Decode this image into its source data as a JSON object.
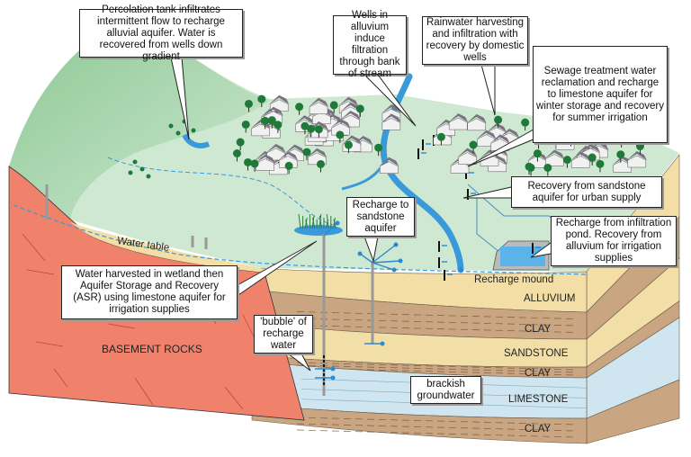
{
  "callouts": {
    "percolation": "Percolation tank infiltrates intermittent flow to recharge alluvial aquifer. Water is recovered from wells down gradient",
    "wells_alluvium": "Wells in alluvium induce filtration through bank of stream",
    "rainwater": "Rainwater harvesting and infiltration with recovery by domestic wells",
    "sewage": "Sewage treatment water reclamation and recharge to limestone aquifer for winter storage and recovery for summer irrigation",
    "recovery_sandstone": "Recovery from sandstone aquifer for urban supply",
    "recharge_sandstone": "Recharge to sandstone aquifer",
    "infiltration_pond": "Recharge from infiltration pond. Recovery from alluvium for irrigation supplies",
    "wetland_asr": "Water harvested in wetland then Aquifer Storage and Recovery (ASR) using limestone aquifer for irrigation supplies",
    "bubble": "'bubble' of recharge water",
    "brackish": "brackish groundwater"
  },
  "labels": {
    "water_table": "Water table",
    "recharge_mound": "Recharge mound",
    "basement": "BASEMENT ROCKS"
  },
  "layers": [
    "ALLUVIUM",
    "CLAY",
    "SANDSTONE",
    "CLAY",
    "LIMESTONE",
    "CLAY"
  ],
  "colors": {
    "surface": "#cfe8d2",
    "hill": "#9fd0a5",
    "alluvium": "#f3dfa6",
    "clay": "#c9a581",
    "sandstone": "#f2dfa8",
    "limestone": "#cfe6f0",
    "basement": "#f0826c",
    "water": "#3a9ad9",
    "trees": "#1f7a3a",
    "houses": "#7a7280"
  }
}
